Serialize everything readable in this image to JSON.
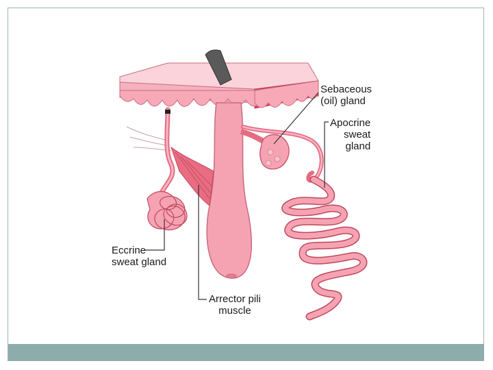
{
  "diagram": {
    "labels": {
      "sebaceous": {
        "line1": "Sebaceous",
        "line2": "(oil) gland"
      },
      "apocrine": {
        "line1": "Apocrine",
        "line2": "sweat",
        "line3": "gland"
      },
      "eccrine": {
        "line1": "Eccrine",
        "line2": "sweat gland"
      },
      "arrector": {
        "line1": "Arrector pili",
        "line2": "muscle"
      }
    }
  },
  "colors": {
    "skin": "#f5a3b3",
    "skin_light": "#fbd3da",
    "skin_dark": "#c96a7e",
    "hair": "#555555",
    "footer": "#8facad",
    "frame": "#9fb3b3"
  }
}
